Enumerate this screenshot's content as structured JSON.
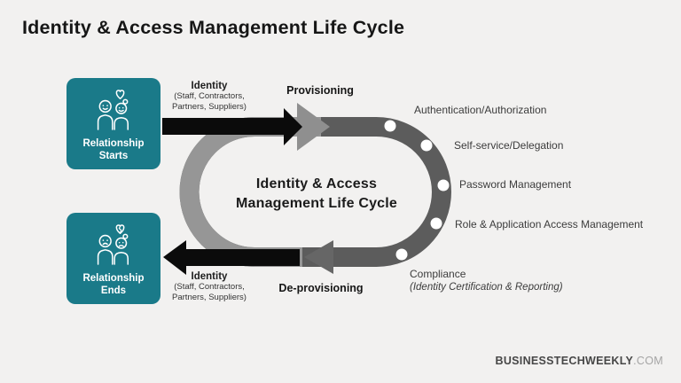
{
  "title": "Identity & Access Management Life Cycle",
  "colors": {
    "node_teal": "#1a7a89",
    "ring_dark_gray": "#5c5c5c",
    "ring_light_gray": "#969696",
    "arrow_black": "#0b0b0b",
    "background": "#f2f1f0"
  },
  "nodes": {
    "start": {
      "line1": "Relationship",
      "line2": "Starts",
      "icon": "couple-heart-icon"
    },
    "end": {
      "line1": "Relationship",
      "line2": "Ends",
      "icon": "couple-broken-heart-icon"
    }
  },
  "flows": {
    "provisioning": {
      "name": "Provisioning",
      "identity": "Identity",
      "identity_sub1": "(Staff, Contractors,",
      "identity_sub2": "Partners, Suppliers)"
    },
    "deprovisioning": {
      "name": "De-provisioning",
      "identity": "Identity",
      "identity_sub1": "(Staff, Contractors,",
      "identity_sub2": "Partners, Suppliers)"
    }
  },
  "center": {
    "line1": "Identity & Access",
    "line2": "Management Life Cycle"
  },
  "stages": [
    {
      "label": "Authentication/Authorization"
    },
    {
      "label": "Self-service/Delegation"
    },
    {
      "label": "Password Management"
    },
    {
      "label": "Role & Application Access Management"
    },
    {
      "label": "Compliance",
      "sublabel": "(Identity Certification & Reporting)"
    }
  ],
  "footer": {
    "brand": "BUSINESSTECHWEEKLY",
    "domain": ".COM"
  }
}
